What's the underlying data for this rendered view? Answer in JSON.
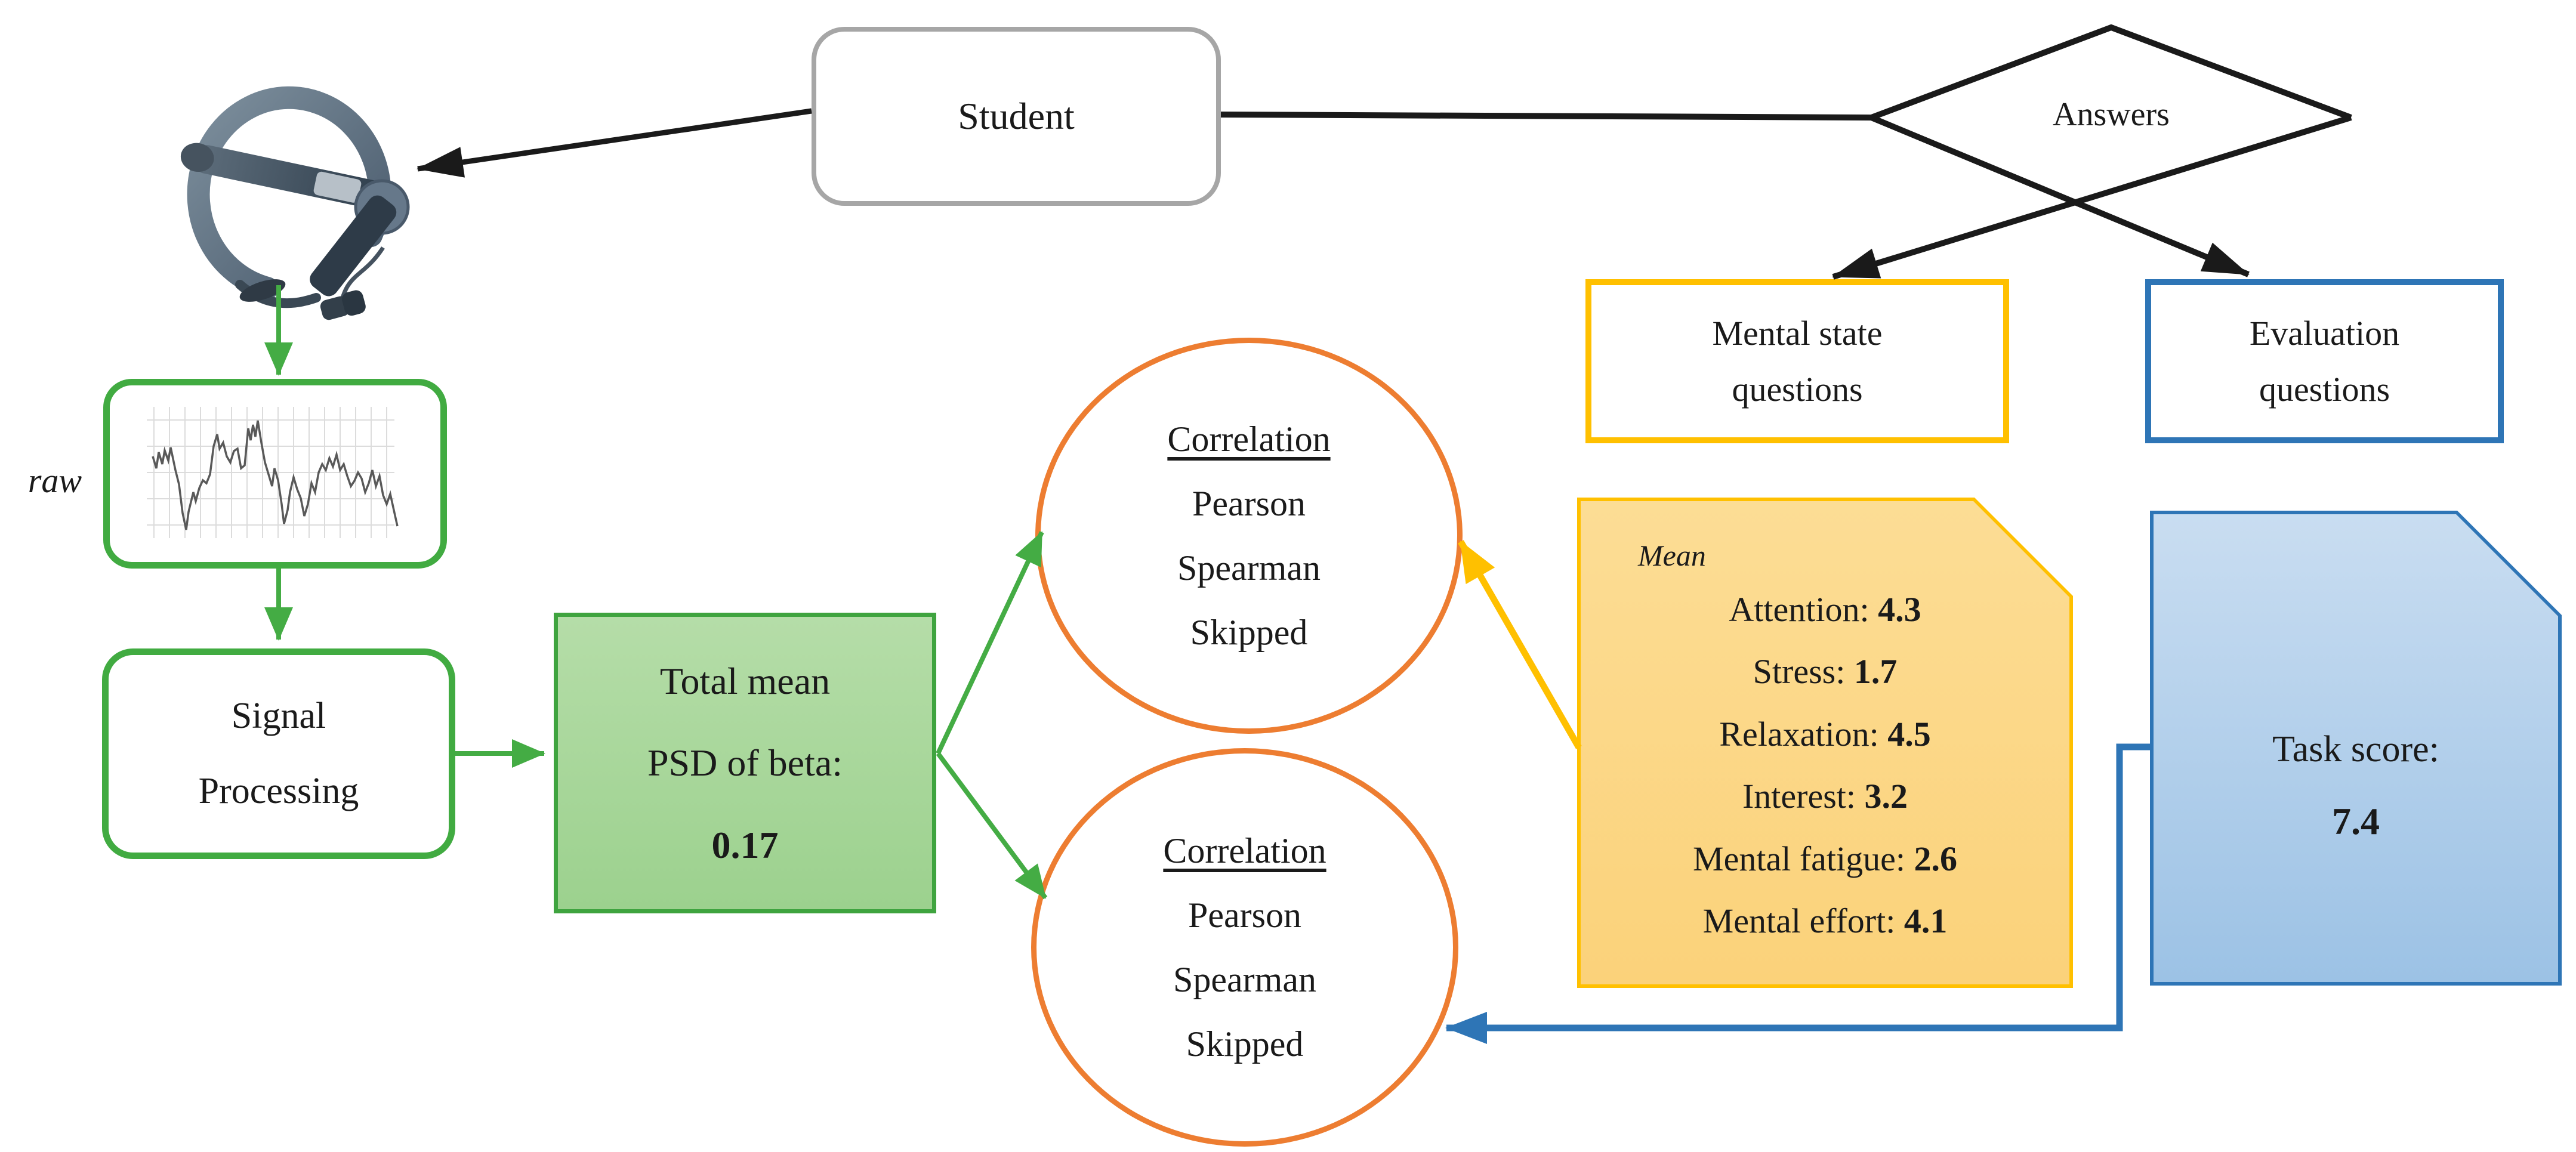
{
  "figure": {
    "student_label": "Student",
    "answers_label": "Answers",
    "mental_state_box": {
      "line1": "Mental state",
      "line2": "questions"
    },
    "evaluation_box": {
      "line1": "Evaluation",
      "line2": "questions"
    },
    "raw_label": "raw",
    "signal_processing_box": {
      "line1": "Signal",
      "line2": "Processing"
    },
    "psd_box": {
      "line1": "Total mean",
      "line2": "PSD of beta:",
      "value": "0.17"
    },
    "correlation_top": {
      "title": "Correlation",
      "methods": [
        "Pearson",
        "Spearman",
        "Skipped"
      ]
    },
    "correlation_bottom": {
      "title": "Correlation",
      "methods": [
        "Pearson",
        "Spearman",
        "Skipped"
      ]
    },
    "mean_note": {
      "title": "Mean",
      "items": [
        {
          "label": "Attention:",
          "value": "4.3"
        },
        {
          "label": "Stress:",
          "value": "1.7"
        },
        {
          "label": "Relaxation:",
          "value": "4.5"
        },
        {
          "label": "Interest:",
          "value": "3.2"
        },
        {
          "label": "Mental fatigue:",
          "value": "2.6"
        },
        {
          "label": "Mental effort:",
          "value": "4.1"
        }
      ]
    },
    "task_note": {
      "label": "Task score:",
      "value": "7.4"
    },
    "colors": {
      "green_line": "#44ac44",
      "green_border": "#41ab41",
      "green_fill": "#a9d79b",
      "gold": "#ffc000",
      "gold_fill": "#fbd27a",
      "orange_circle": "#ed7d31",
      "blue": "#2e75b6",
      "blue_fill": "#9cc2e5",
      "gray_border": "#a6a6a6",
      "black_line": "#1a1a1a",
      "signal_trace": "#595959"
    }
  }
}
